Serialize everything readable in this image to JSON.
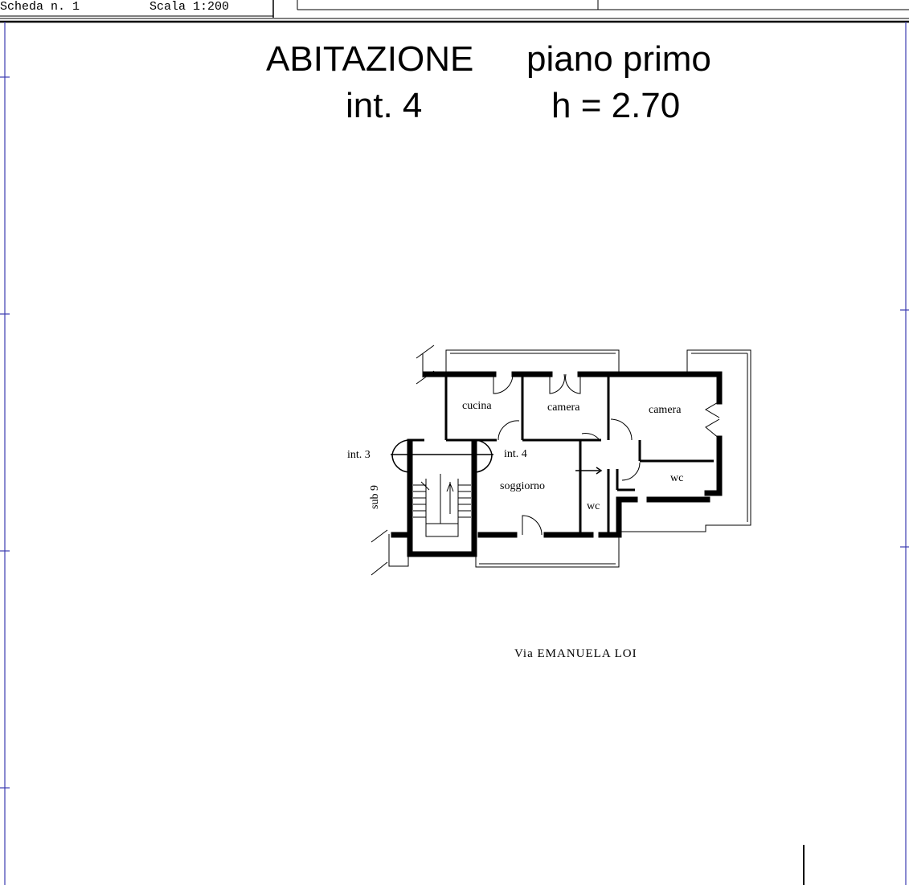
{
  "header": {
    "sheet": "Scheda n. 1",
    "scale": "Scala 1:200"
  },
  "title": {
    "line1_left": "ABITAZIONE",
    "line1_right": "piano primo",
    "line2_left": "int. 4",
    "line2_right": "h = 2.70"
  },
  "plan": {
    "rooms": {
      "kitchen": "cucina",
      "bedroom1": "camera",
      "bedroom2": "camera",
      "living": "soggiorno",
      "wc1": "wc",
      "wc2": "wc",
      "unit_current": "int. 4",
      "unit_adjacent": "int. 3",
      "sub": "sub 9"
    },
    "street": "Via EMANUELA LOI"
  },
  "colors": {
    "ink": "#000000",
    "frame": "#3b3bb0",
    "paper": "#ffffff"
  }
}
